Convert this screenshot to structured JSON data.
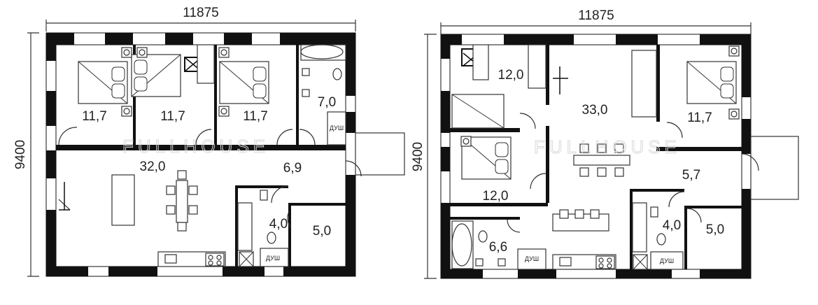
{
  "plans": [
    {
      "width_dim": "11875",
      "height_dim": "9400",
      "watermark": "FULLHOUSE",
      "rooms": [
        {
          "area": "11,7"
        },
        {
          "area": "11,7"
        },
        {
          "area": "11,7"
        },
        {
          "area": "7,0"
        },
        {
          "area": "32,0"
        },
        {
          "area": "6,9"
        },
        {
          "area": "4,0"
        },
        {
          "area": "5,0"
        }
      ],
      "shower_labels": [
        "ДУШ",
        "ДУШ"
      ]
    },
    {
      "width_dim": "11875",
      "height_dim": "9400",
      "watermark": "FULLHOUSE",
      "rooms": [
        {
          "area": "12,0"
        },
        {
          "area": "33,0"
        },
        {
          "area": "11,7"
        },
        {
          "area": "12,0"
        },
        {
          "area": "5,7"
        },
        {
          "area": "6,6"
        },
        {
          "area": "4,0"
        },
        {
          "area": "5,0"
        }
      ],
      "shower_labels": [
        "ДУШ",
        "ДУШ"
      ]
    }
  ]
}
